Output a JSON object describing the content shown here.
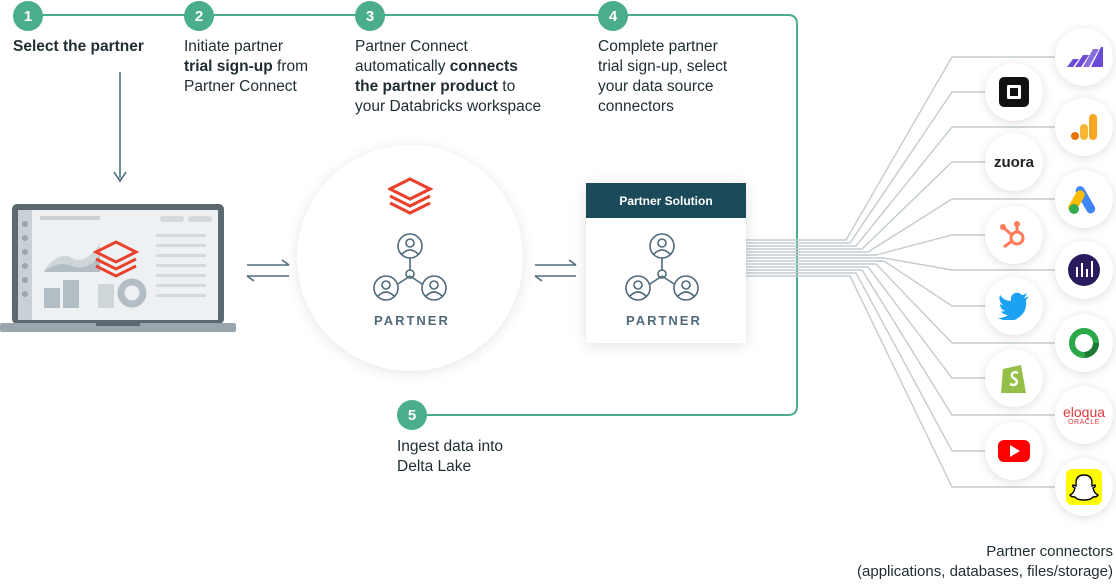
{
  "steps": [
    {
      "num": "1",
      "text_plain": "",
      "text_bold": "Select the partner",
      "text_after": ""
    },
    {
      "num": "2",
      "line1": "Initiate partner",
      "bold": "trial sign-up",
      "after": " from",
      "line3": "Partner Connect"
    },
    {
      "num": "3",
      "line1": "Partner Connect",
      "line2a": "automatically ",
      "line2b": "connects",
      "line3b": "the partner product",
      "line3a": " to",
      "line4": "your Databricks workspace"
    },
    {
      "num": "4",
      "line1": "Complete partner",
      "line2": "trial sign-up, select",
      "line3": "your data source",
      "line4": "connectors"
    },
    {
      "num": "5",
      "line1": "Ingest data into",
      "line2": "Delta Lake"
    }
  ],
  "partner_label": "PARTNER",
  "partner_solution_title": "Partner Solution",
  "connectors": [
    {
      "icon": "stacked-bars-icon",
      "color": "#6b4bd6"
    },
    {
      "icon": "square-icon",
      "color": "#111111"
    },
    {
      "icon": "google-analytics-icon",
      "color": "#f5a623"
    },
    {
      "icon": "zuora-wordmark",
      "text": "zuora",
      "color": "#222222"
    },
    {
      "icon": "google-ads-icon",
      "color": "#4285f4"
    },
    {
      "icon": "hubspot-icon",
      "color": "#ff7a59"
    },
    {
      "icon": "chart-badge-icon",
      "color": "#2a1a5e"
    },
    {
      "icon": "twitter-icon",
      "color": "#1da1f2"
    },
    {
      "icon": "ring-icon",
      "color": "#2aa84a"
    },
    {
      "icon": "shopify-icon",
      "color": "#95bf47"
    },
    {
      "icon": "eloqua-wordmark",
      "text": "eloqua",
      "subtext": "ORACLE",
      "color": "#e03a3e"
    },
    {
      "icon": "youtube-icon",
      "color": "#ff0000"
    },
    {
      "icon": "snapchat-icon",
      "color": "#fffc00"
    }
  ],
  "footer": {
    "line1": "Partner connectors",
    "line2": "(applications, databases, files/storage)"
  },
  "colors": {
    "accent": "#4bae8a",
    "flow": "#4d6f7c",
    "dark_header": "#1b4a5a",
    "brand": "#e8412e"
  }
}
